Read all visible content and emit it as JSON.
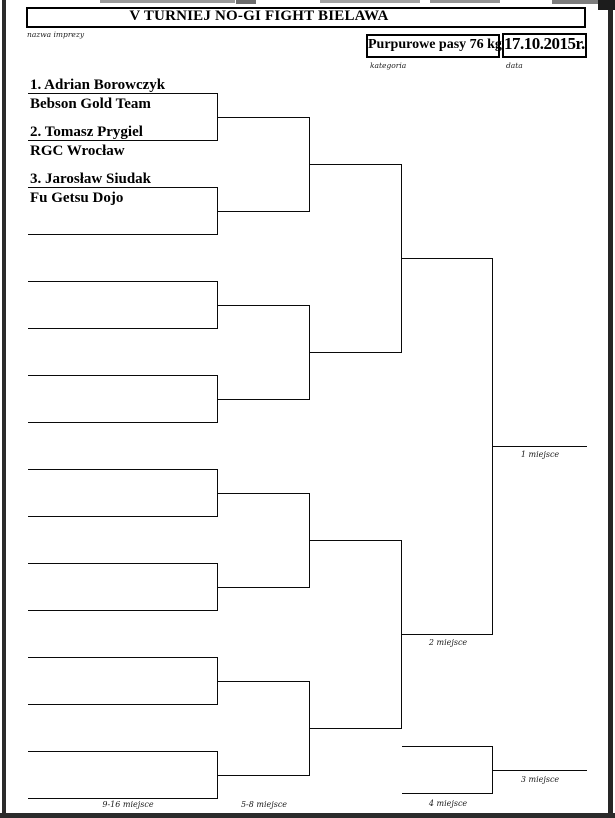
{
  "header": {
    "title": "V TURNIEJ NO-GI FIGHT BIELAWA",
    "title_field_label": "nazwa imprezy",
    "category": "Purpurowe pasy 76 kg",
    "category_field_label": "kategoria",
    "date": "17.10.2015r.",
    "date_field_label": "data"
  },
  "bracket": {
    "type": "single-elimination",
    "slot_count": 16,
    "entrants": [
      {
        "slot": 1,
        "name": "1. Adrian Borowczyk",
        "team": "Bebson Gold Team"
      },
      {
        "slot": 2,
        "name": "2. Tomasz Prygiel",
        "team": "RGC Wrocław"
      },
      {
        "slot": 3,
        "name": "3. Jarosław Siudak",
        "team": "Fu Getsu Dojo"
      }
    ],
    "placement_labels": {
      "first": "1 miejsce",
      "second": "2 miejsce",
      "third": "3 miejsce",
      "fourth": "4 miejsce",
      "fifth_to_eighth": "5-8 miejsce",
      "ninth_to_sixteenth": "9-16 miejsce"
    }
  },
  "colors": {
    "background": "#ffffff",
    "line": "#0a0a0a",
    "page_border": "#2b2b2b",
    "artifact_gray": "#949494"
  }
}
